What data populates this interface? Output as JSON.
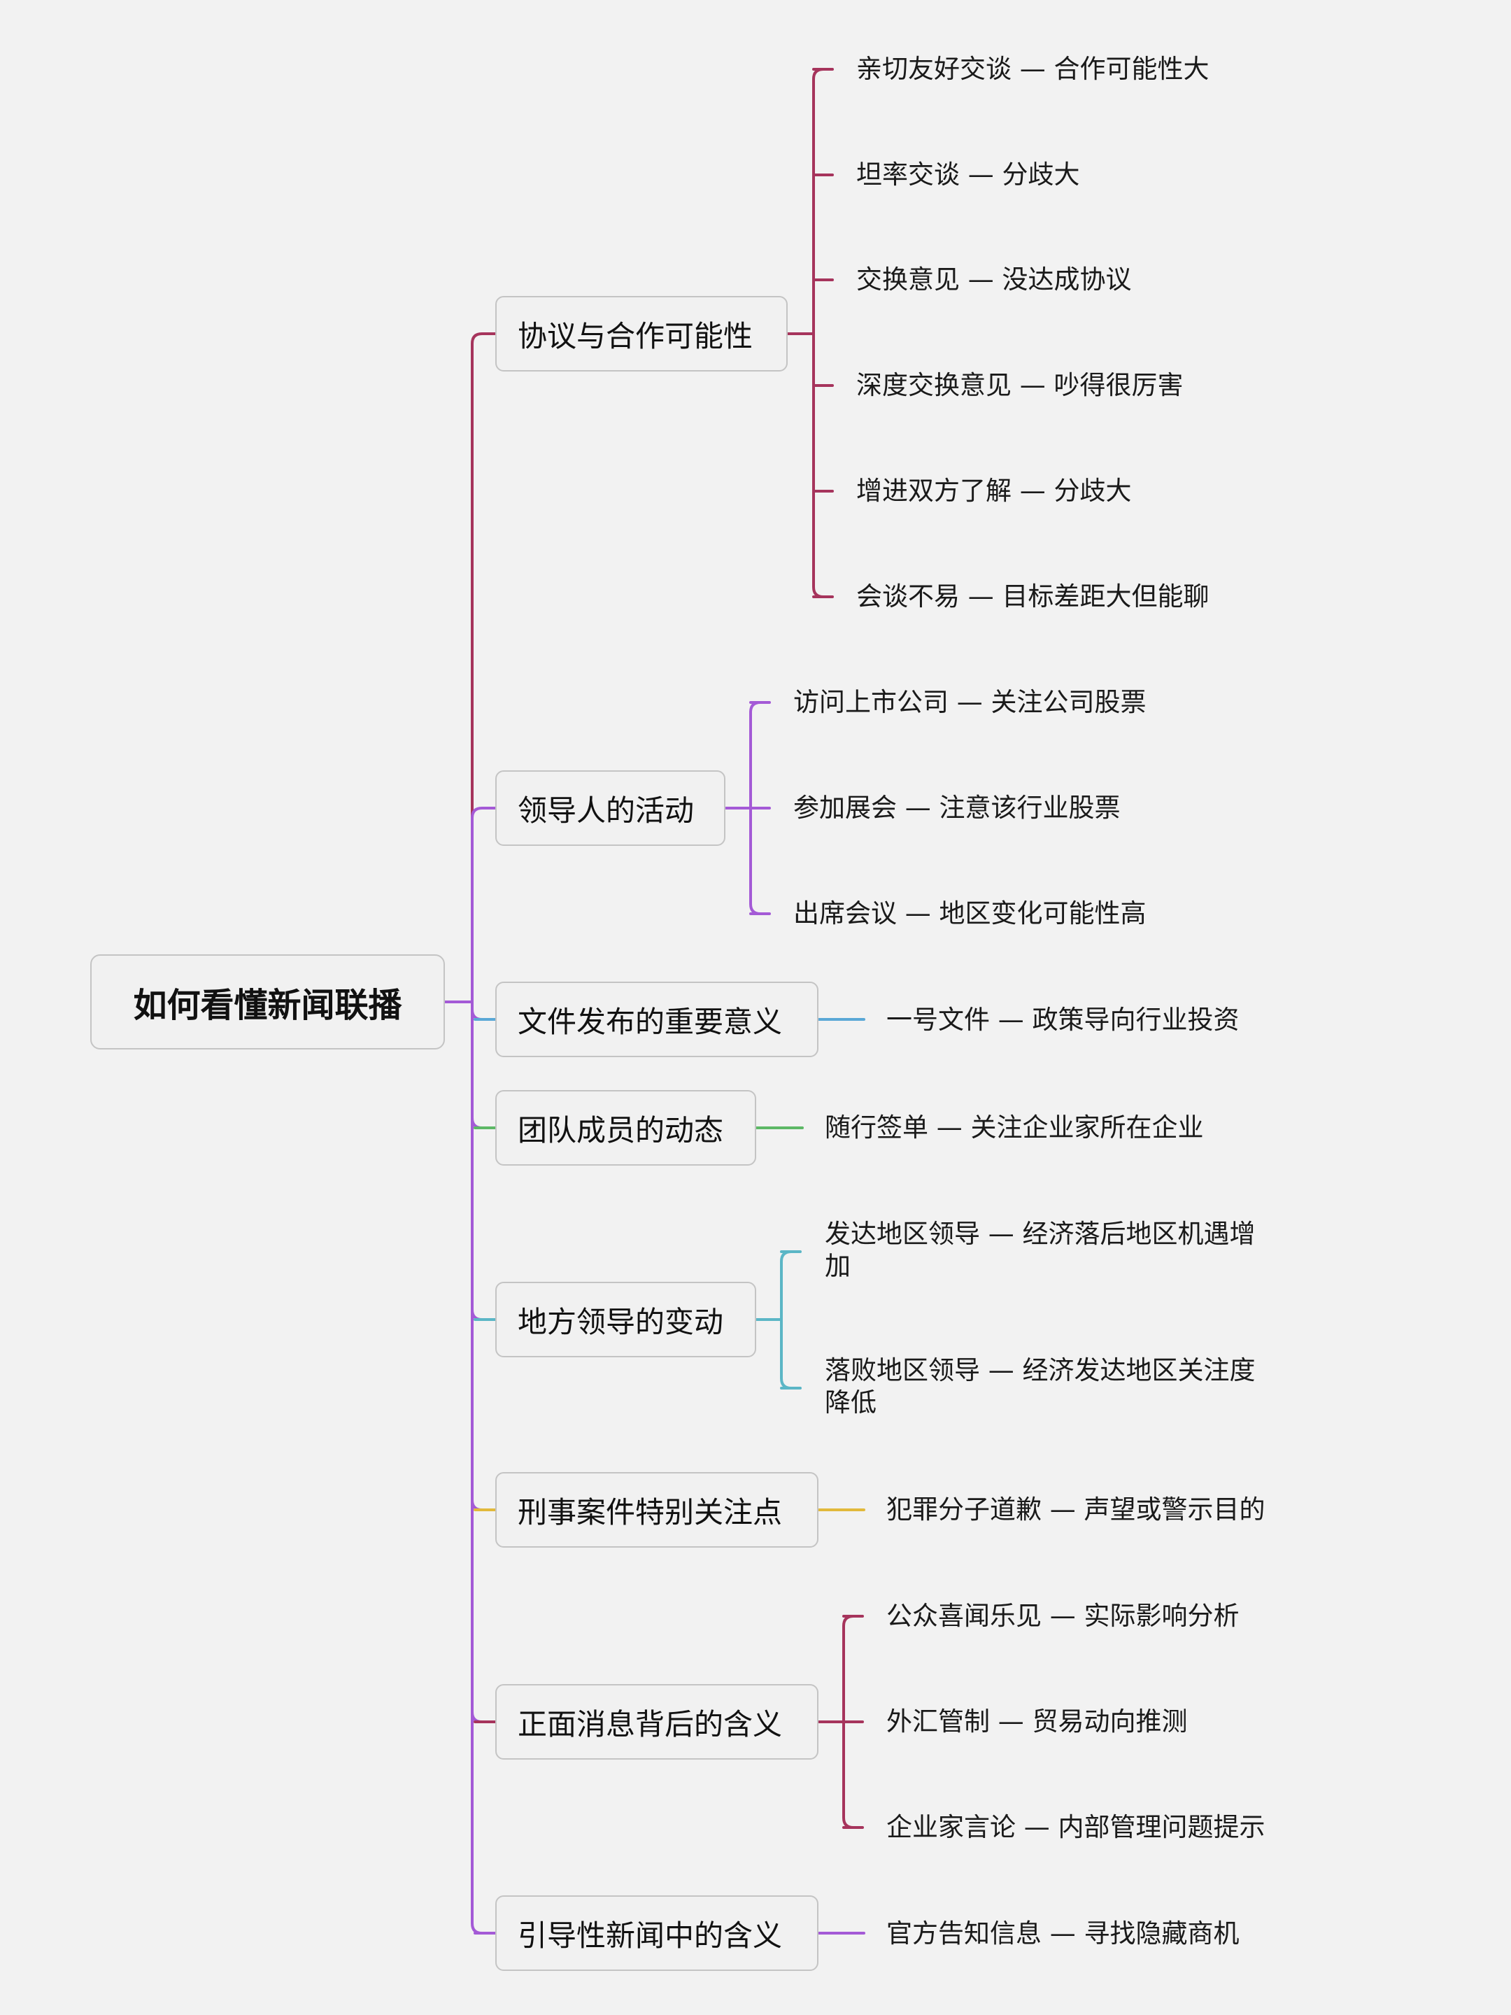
{
  "root": {
    "label": "如何看懂新闻联播"
  },
  "colors": {
    "crimson": "#a6345c",
    "purple": "#a45ad6",
    "blue": "#5aa8d6",
    "green": "#5db866",
    "teal": "#5bb6c6",
    "gold": "#e2b93b"
  },
  "branches": [
    {
      "label": "协议与合作可能性",
      "color": "crimson",
      "leaves": [
        "亲切友好交谈 — 合作可能性大",
        "坦率交谈 — 分歧大",
        "交换意见 — 没达成协议",
        "深度交换意见 — 吵得很厉害",
        "增进双方了解 — 分歧大",
        "会谈不易 — 目标差距大但能聊"
      ]
    },
    {
      "label": "领导人的活动",
      "color": "purple",
      "leaves": [
        "访问上市公司 — 关注公司股票",
        "参加展会 — 注意该行业股票",
        "出席会议 — 地区变化可能性高"
      ]
    },
    {
      "label": "文件发布的重要意义",
      "color": "blue",
      "leaves": [
        "一号文件 — 政策导向行业投资"
      ]
    },
    {
      "label": "团队成员的动态",
      "color": "green",
      "leaves": [
        "随行签单 — 关注企业家所在企业"
      ]
    },
    {
      "label": "地方领导的变动",
      "color": "teal",
      "leaves": [
        "发达地区领导 — 经济落后地区机遇增加",
        "落败地区领导 — 经济发达地区关注度降低"
      ]
    },
    {
      "label": "刑事案件特别关注点",
      "color": "gold",
      "leaves": [
        "犯罪分子道歉 — 声望或警示目的"
      ]
    },
    {
      "label": "正面消息背后的含义",
      "color": "crimson",
      "leaves": [
        "公众喜闻乐见 — 实际影响分析",
        "外汇管制 — 贸易动向推测",
        "企业家言论 — 内部管理问题提示"
      ]
    },
    {
      "label": "引导性新闻中的含义",
      "color": "purple",
      "leaves": [
        "官方告知信息 — 寻找隐藏商机"
      ]
    }
  ]
}
